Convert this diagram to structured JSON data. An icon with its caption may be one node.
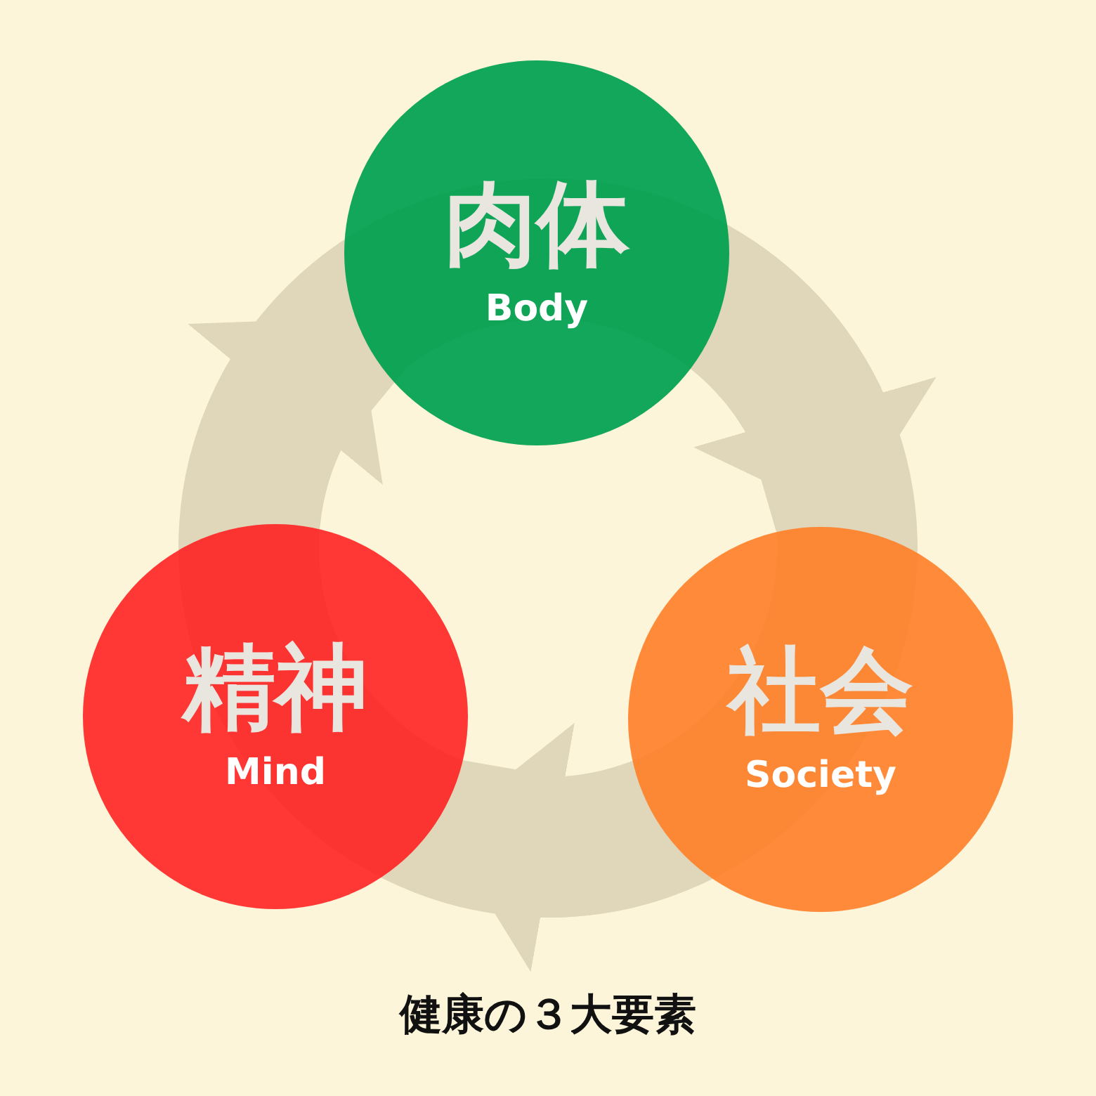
{
  "diagram": {
    "title": "健康の３大要素",
    "nodes": [
      {
        "text": [
          "肉体",
          "Body"
        ]
      },
      {
        "text": [
          "社会",
          "Society"
        ]
      },
      {
        "text": [
          "精神",
          "Mind"
        ]
      }
    ],
    "edges": [
      {
        "from": 0,
        "to": 1,
        "arrow": "to"
      },
      {
        "from": 1,
        "to": 2,
        "arrow": "to"
      },
      {
        "from": 2,
        "to": 0,
        "arrow": "to"
      }
    ]
  }
}
